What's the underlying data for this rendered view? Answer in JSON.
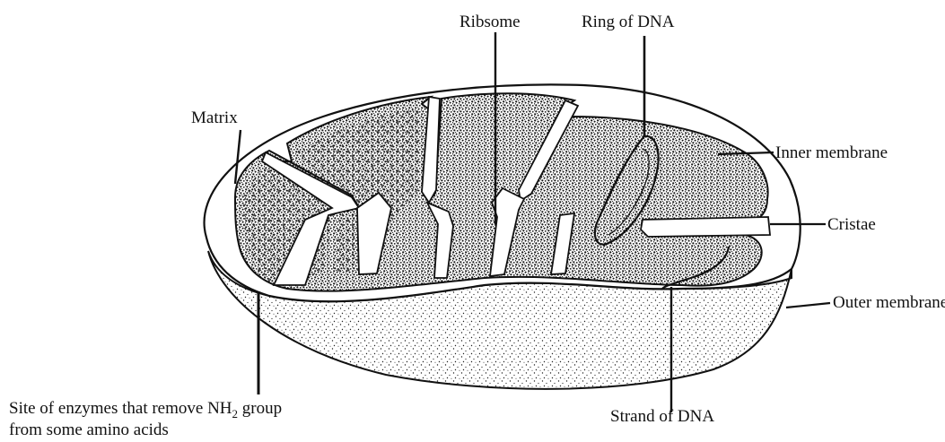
{
  "labels": {
    "ribosome": "Ribsome",
    "ring_dna": "Ring of DNA",
    "matrix": "Matrix",
    "inner_membrane": "Inner membrane",
    "cristae": "Cristae",
    "outer_membrane": "Outer membrane",
    "strand_dna": "Strand of DNA",
    "site_line1_pre": "Site of enzymes that remove NH",
    "site_line1_sub": "2",
    "site_line1_post": " group",
    "site_line2": "from some amino acids"
  },
  "colors": {
    "ink": "#111111",
    "paper": "#ffffff",
    "stipple": "#1a1a1a"
  }
}
